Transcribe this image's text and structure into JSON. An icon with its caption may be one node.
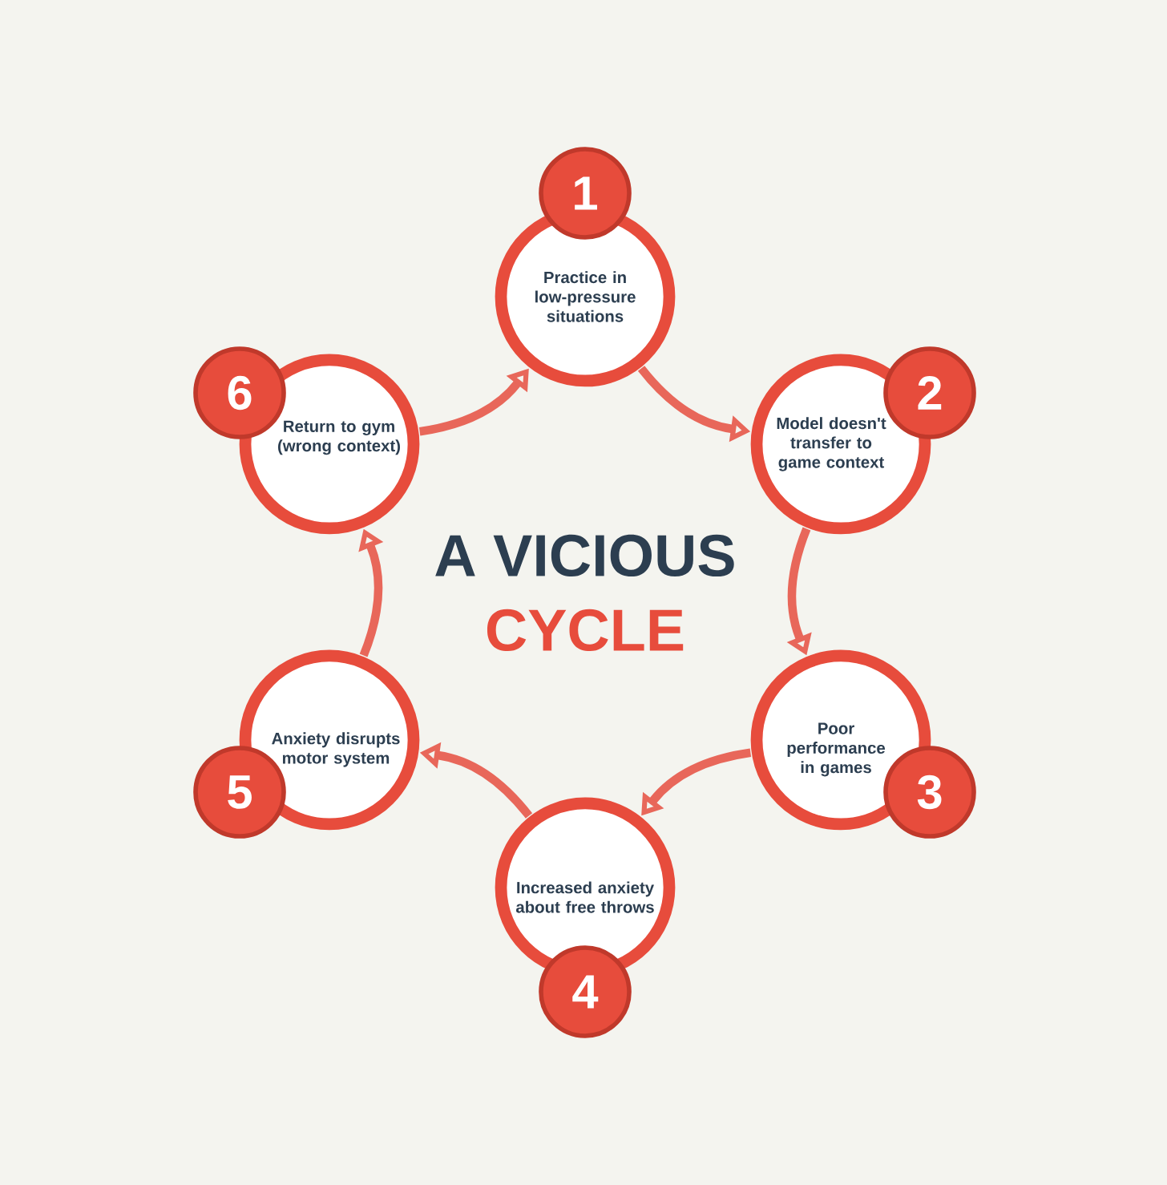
{
  "diagram": {
    "title": "A VICIOUS",
    "nodes": [
      {
        "text": [
          "1",
          "Practice in low-pressure situations"
        ]
      },
      {
        "text": [
          "2",
          "Model doesn't transfer to game context"
        ]
      },
      {
        "text": [
          "Poor performance in games",
          "3"
        ]
      },
      {
        "text": [
          "Increased anxiety about free throws",
          "4"
        ]
      },
      {
        "text": [
          "Anxiety disrupts motor system",
          "5"
        ]
      },
      {
        "text": [
          "6",
          "Return to gym (wrong context)"
        ]
      }
    ],
    "edges": [
      {
        "from": 0,
        "to": 1,
        "arrow": "to"
      },
      {
        "from": 1,
        "to": 2,
        "arrow": "to"
      },
      {
        "from": 2,
        "to": 3,
        "arrow": "to"
      },
      {
        "from": 3,
        "to": 4,
        "arrow": "to"
      },
      {
        "from": 4,
        "to": 5,
        "arrow": "to"
      },
      {
        "from": 5,
        "to": 0,
        "arrow": "to"
      }
    ],
    "labels": [
      "CYCLE"
    ]
  }
}
